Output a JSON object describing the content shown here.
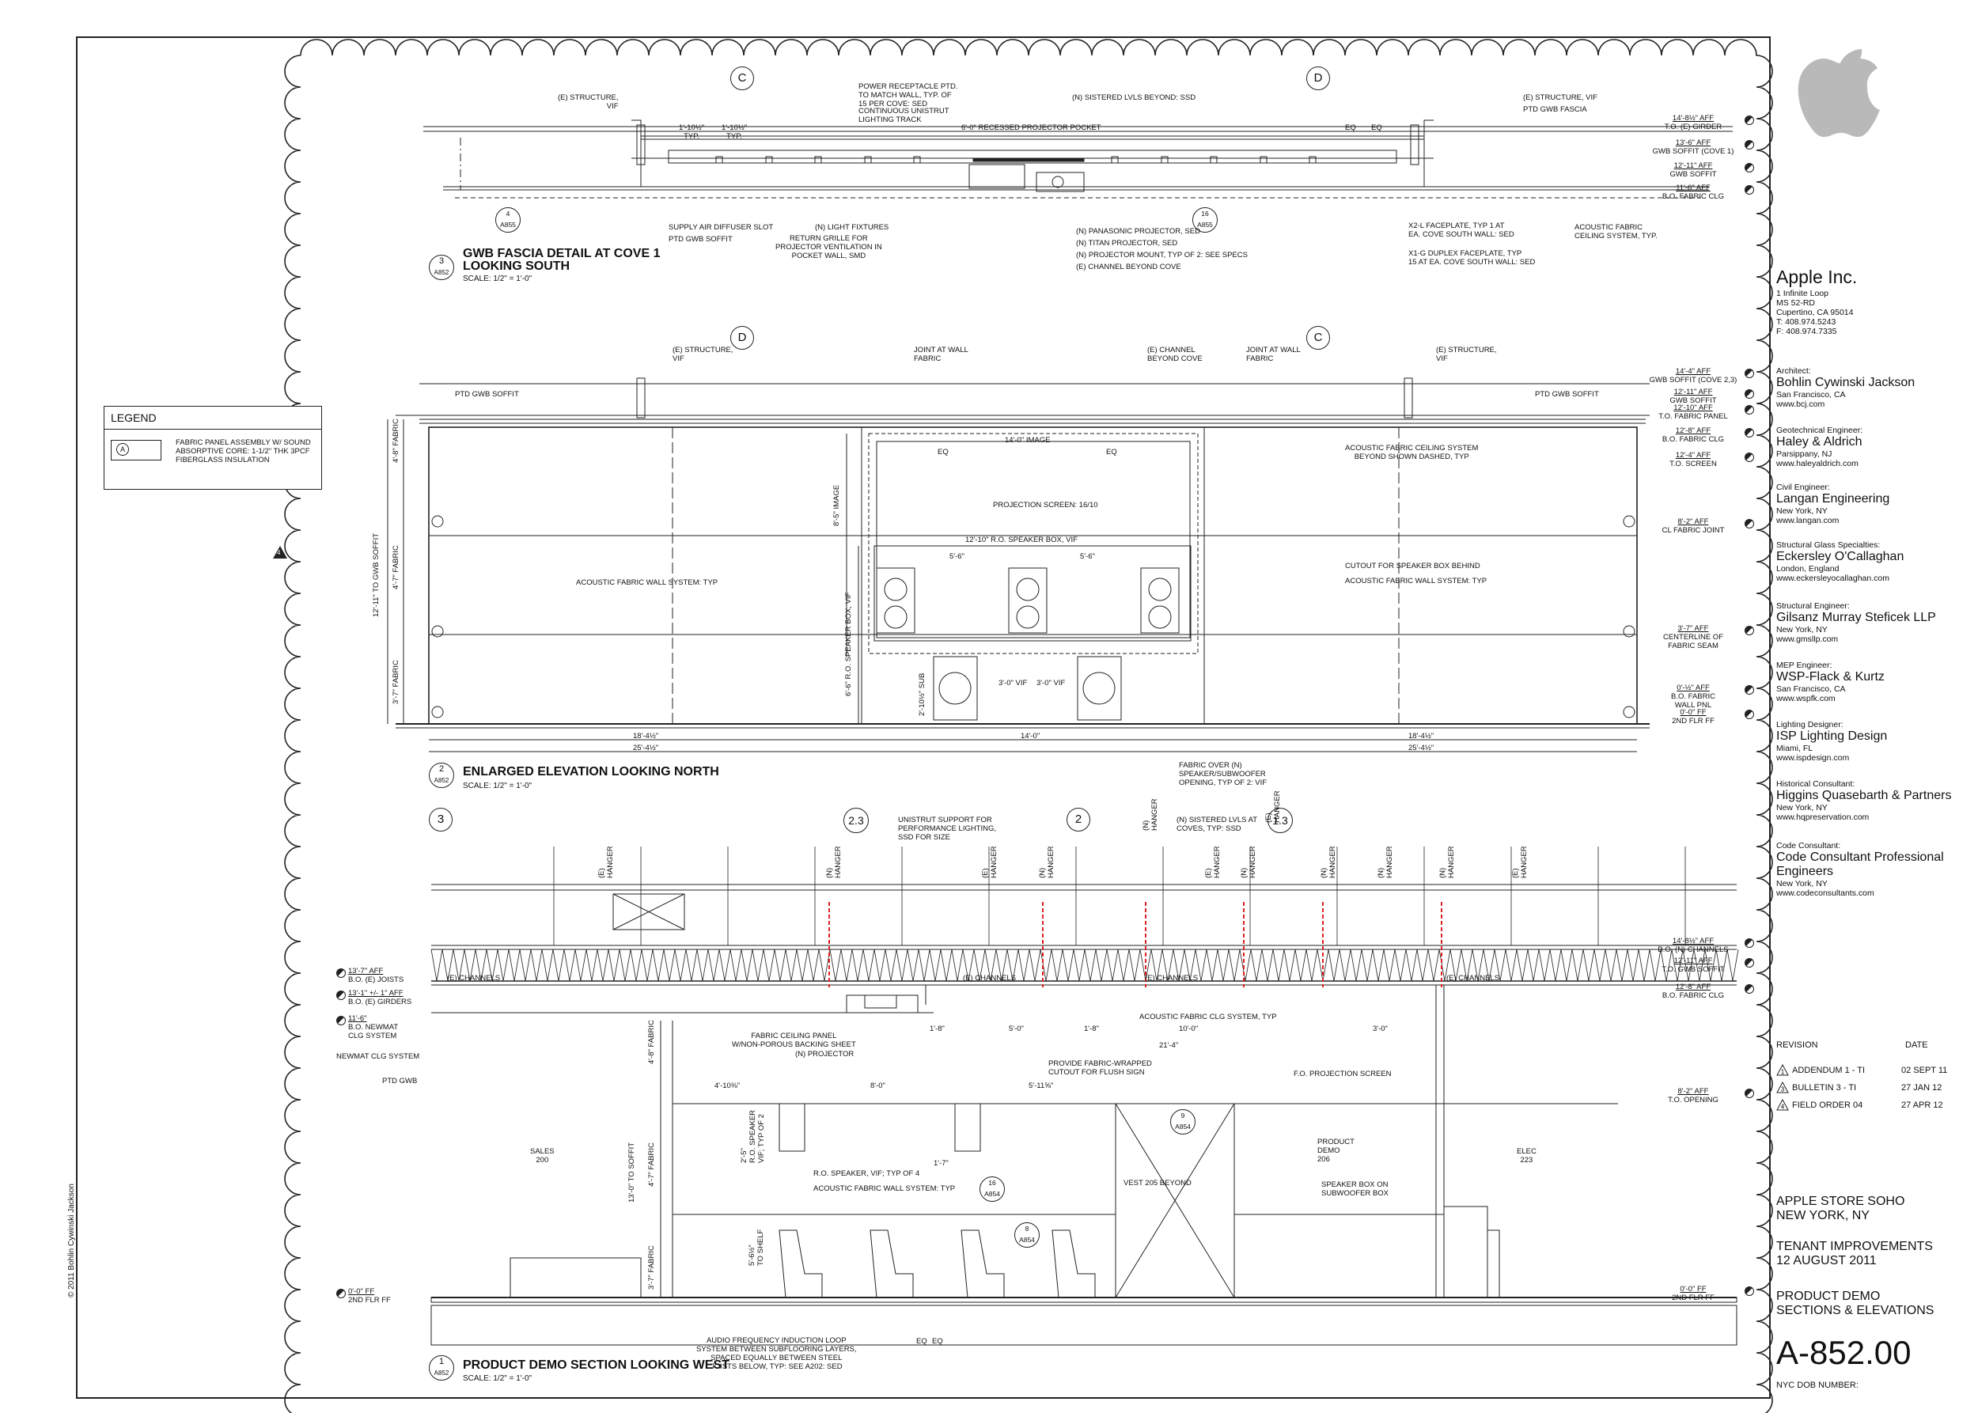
{
  "title_block": {
    "client": {
      "name": "Apple Inc.",
      "address": [
        "1 Infinite Loop",
        "MS 52-RD",
        "Cupertino, CA 95014",
        "T: 408.974.5243",
        "F: 408.974.7335"
      ]
    },
    "consultants": [
      {
        "role": "Architect:",
        "firm": "Bohlin Cywinski Jackson",
        "city": "San Francisco, CA",
        "web": "www.bcj.com"
      },
      {
        "role": "Geotechnical Engineer:",
        "firm": "Haley & Aldrich",
        "city": "Parsippany, NJ",
        "web": "www.haleyaldrich.com"
      },
      {
        "role": "Civil Engineer:",
        "firm": "Langan Engineering",
        "city": "New York, NY",
        "web": "www.langan.com"
      },
      {
        "role": "Structural Glass Specialties:",
        "firm": "Eckersley O'Callaghan",
        "city": "London, England",
        "web": "www.eckersleyocallaghan.com"
      },
      {
        "role": "Structural Engineer:",
        "firm": "Gilsanz Murray Steficek LLP",
        "city": "New York, NY",
        "web": "www.gmsllp.com"
      },
      {
        "role": "MEP Engineer:",
        "firm": "WSP-Flack & Kurtz",
        "city": "San Francisco, CA",
        "web": "www.wspfk.com"
      },
      {
        "role": "Lighting Designer:",
        "firm": "ISP Lighting Design",
        "city": "Miami, FL",
        "web": "www.ispdesign.com"
      },
      {
        "role": "Historical Consultant:",
        "firm": "Higgins Quasebarth & Partners",
        "city": "New York, NY",
        "web": "www.hqpreservation.com"
      },
      {
        "role": "Code Consultant:",
        "firm": "Code Consultant Professional Engineers",
        "city": "New York, NY",
        "web": "www.codeconsultants.com"
      }
    ],
    "revision_header": {
      "revision": "REVISION",
      "date": "DATE"
    },
    "revisions": [
      {
        "num": "1",
        "desc": "ADDENDUM 1 - TI",
        "date": "02 SEPT 11"
      },
      {
        "num": "3",
        "desc": "BULLETIN 3 - TI",
        "date": "27 JAN 12"
      },
      {
        "num": "4",
        "desc": "FIELD ORDER 04",
        "date": "27 APR 12"
      }
    ],
    "project": [
      "APPLE STORE SOHO",
      "NEW YORK, NY"
    ],
    "phase": [
      "TENANT IMPROVEMENTS",
      "12 AUGUST 2011"
    ],
    "sheet_title": [
      "PRODUCT DEMO",
      "SECTIONS & ELEVATIONS"
    ],
    "sheet_number": "A-852.00",
    "dob": "NYC DOB NUMBER:"
  },
  "legend": {
    "title": "LEGEND",
    "symbol": "A",
    "text": "FABRIC PANEL ASSEMBLY W/ SOUND ABSORPTIVE CORE: 1-1/2\" THK 3PCF FIBERGLASS INSULATION"
  },
  "copyright": "© 2011 Bohlin Cywinski Jackson",
  "details": {
    "d3": {
      "num": "3",
      "sheet": "A852",
      "title1": "GWB FASCIA DETAIL AT COVE 1",
      "title2": "LOOKING SOUTH",
      "scale": "SCALE: 1/2\" = 1'-0\""
    },
    "d2": {
      "num": "2",
      "sheet": "A852",
      "title1": "ENLARGED ELEVATION LOOKING NORTH",
      "scale": "SCALE: 1/2\" = 1'-0\""
    },
    "d1": {
      "num": "1",
      "sheet": "A852",
      "title1": "PRODUCT DEMO SECTION LOOKING WEST",
      "scale": "SCALE: 1/2\" = 1'-0\""
    }
  },
  "grid_bubbles": {
    "c_top": "C",
    "d_top": "D",
    "d_mid": "D",
    "c_mid": "C",
    "g3": "3",
    "g23": "2.3",
    "g2": "2",
    "g13": "1.3"
  },
  "section_markers": {
    "m1": {
      "num": "4",
      "sheet": "A855"
    },
    "m2": {
      "num": "16",
      "sheet": "A855"
    },
    "m3": {
      "num": "9",
      "sheet": "A854"
    },
    "m4": {
      "num": "16",
      "sheet": "A854"
    },
    "m5": {
      "num": "8",
      "sheet": "A854"
    }
  },
  "labels_d3": {
    "l1": "(E) STRUCTURE,\nVIF",
    "l2": "POWER RECEPTACLE PTD.\nTO MATCH WALL, TYP. OF\n15 PER COVE: SED",
    "l3": "CONTINUOUS UNISTRUT\nLIGHTING TRACK",
    "l4": "(N) SISTERED LVLS BEYOND: SSD",
    "l5": "(E) STRUCTURE, VIF",
    "l6": "PTD GWB FASCIA",
    "l7": "6'-0\" RECESSED PROJECTOR POCKET",
    "l8": "1'-10½\"\nTYP.",
    "l9": "1'-10½\"\nTYP.",
    "l10": "EQ",
    "l11": "EQ",
    "l12": "SUPPLY AIR DIFFUSER SLOT",
    "l13": "PTD GWB SOFFIT",
    "l14": "(N) LIGHT FIXTURES",
    "l15": "RETURN GRILLE FOR\nPROJECTOR VENTILATION IN\nPOCKET WALL, SMD",
    "l16": "(N) PANASONIC PROJECTOR, SED",
    "l17": "(N) TITAN PROJECTOR, SED",
    "l18": "(N) PROJECTOR MOUNT, TYP OF 2: SEE SPECS",
    "l19": "(E) CHANNEL BEYOND COVE",
    "l20": "X2-L FACEPLATE, TYP 1 AT\nEA. COVE SOUTH WALL: SED",
    "l21": "X1-G DUPLEX FACEPLATE, TYP\n15 AT EA. COVE SOUTH WALL: SED",
    "l22": "ACOUSTIC FABRIC\nCEILING SYSTEM, TYP."
  },
  "labels_d2": {
    "l1": "(E) STRUCTURE,\nVIF",
    "l2": "JOINT AT WALL\nFABRIC",
    "l3": "(E) CHANNEL\nBEYOND COVE",
    "l4": "JOINT AT WALL\nFABRIC",
    "l5": "(E) STRUCTURE,\nVIF",
    "l6": "PTD GWB SOFFIT",
    "l7": "PTD GWB SOFFIT",
    "l8": "14'-0\" IMAGE",
    "l9": "EQ",
    "l10": "EQ",
    "l11": "ACOUSTIC FABRIC CEILING SYSTEM\nBEYOND SHOWN DASHED, TYP",
    "l12": "PROJECTION SCREEN: 16/10",
    "l13": "12'-10\" R.O. SPEAKER BOX, VIF",
    "l14": "5'-6\"",
    "l15": "5'-6\"",
    "l16": "ACOUSTIC FABRIC WALL SYSTEM: TYP",
    "l17": "CUTOUT FOR SPEAKER BOX BEHIND",
    "l18": "ACOUSTIC FABRIC WALL SYSTEM: TYP",
    "l19": "3'-0\" VIF",
    "l20": "3'-0\" VIF",
    "l21": "18'-4½\"",
    "l22": "25'-4½\"",
    "l23": "14'-0\"",
    "l24": "25'-4½\"",
    "l25": "18'-4½\"",
    "l26": "FABRIC OVER (N)\nSPEAKER/SUBWOOFER\nOPENING, TYP OF 2: VIF",
    "l27": "4'-8\" FABRIC",
    "l28": "4'-7\" FABRIC",
    "l29": "3'-7\" FABRIC",
    "l30": "12'-11\" TO GWB SOFFIT",
    "l31": "8'-5\" IMAGE",
    "l32": "6'-6\" R.O. SPEAKER BOX, VIF",
    "l33": "2'-10½\" SUB"
  },
  "labels_d1": {
    "l1": "UNISTRUT SUPPORT FOR\nPERFORMANCE LIGHTING,\nSSD FOR SIZE",
    "l2": "(N) SISTERED LVLS AT\nCOVES, TYP: SSD",
    "l3": "(E) CHANNELS",
    "l4": "(E) CHANNELS",
    "l5": "(E) CHANNELS",
    "l6": "(E) CHANNELS",
    "l7": "ACOUSTIC FABRIC CLG SYSTEM, TYP",
    "l8": "FABRIC CEILING PANEL\nW/NON-POROUS BACKING SHEET",
    "l9": "(N) PROJECTOR",
    "l10": "1'-8\"",
    "l11": "5'-0\"",
    "l12": "1'-8\"",
    "l13": "10'-0\"",
    "l14": "3'-0\"",
    "l15": "21'-4\"",
    "l16": "PROVIDE FABRIC-WRAPPED\nCUTOUT FOR FLUSH SIGN",
    "l17": "F.O. PROJECTION SCREEN",
    "l18": "NEWMAT CLG SYSTEM",
    "l19": "PTD GWB",
    "l20": "4'-10⅜\"",
    "l21": "8'-0\"",
    "l22": "5'-11⅝\"",
    "l23": "SALES\n200",
    "l24": "VEST 205 BEYOND",
    "l25": "PRODUCT\nDEMO\n206",
    "l26": "ELEC\n223",
    "l27": "R.O. SPEAKER, VIF; TYP OF 4",
    "l28": "1'-7\"",
    "l29": "ACOUSTIC FABRIC WALL SYSTEM: TYP",
    "l30": "SPEAKER BOX ON\nSUBWOOFER BOX",
    "l31": "AUDIO FREQUENCY INDUCTION LOOP\nSYSTEM BETWEEN SUBFLOORING LAYERS,\nSPACED EQUALLY BETWEEN STEEL\nJOISTS BELOW, TYP: SEE A202: SED",
    "l32": "EQ",
    "l33": "EQ",
    "l34": "4'-8\" FABRIC",
    "l35": "4'-7\" FABRIC",
    "l36": "3'-7\" FABRIC",
    "l37": "13'-0\" TO SOFFIT",
    "l38": "5'-6½\"\nTO SHELF",
    "l39": "2'-5\"\nR.O. SPEAKER\nVIF; TYP OF 2",
    "l40": "(N)\nHANGER",
    "l41": "(E)\nHANGER",
    "l42": "(N)\nHANGER",
    "l43": "(E)\nHANGER",
    "l44": "(N)\nHANGER",
    "l45": "(N)\nHANGER",
    "l46": "(E)\nHANGER",
    "l47": "(N)\nHANGER",
    "l48": "(N)\nHANGER",
    "l49": "(E)\nHANGER",
    "l50": "(N)\nHANGER",
    "l51": "(E)\nHANGER"
  },
  "levels_right": [
    {
      "a": "14'-8½\" AFF",
      "b": "T.O. (E) GIRDER"
    },
    {
      "a": "13'-6\" AFF",
      "b": "GWB SOFFIT (COVE 1)"
    },
    {
      "a": "12'-11\" AFF",
      "b": "GWB SOFFIT"
    },
    {
      "a": "11'-6\" AFF",
      "b": "B.O. FABRIC CLG"
    },
    {
      "a": "14'-4\" AFF",
      "b": "GWB SOFFIT (COVE 2,3)"
    },
    {
      "a": "12'-11\" AFF",
      "b": "GWB SOFFIT"
    },
    {
      "a": "12'-10\" AFF",
      "b": "T.O. FABRIC PANEL"
    },
    {
      "a": "12'-8\" AFF",
      "b": "B.O. FABRIC CLG"
    },
    {
      "a": "12'-4\" AFF",
      "b": "T.O. SCREEN"
    },
    {
      "a": "8'-2\" AFF",
      "b": "CL FABRIC JOINT"
    },
    {
      "a": "3'-7\" AFF",
      "b": "CENTERLINE OF\nFABRIC SEAM"
    },
    {
      "a": "0'-½\" AFF",
      "b": "B.O. FABRIC\nWALL PNL"
    },
    {
      "a": "0'-0\" FF",
      "b": "2ND FLR FF"
    },
    {
      "a": "14'-8½\" AFF",
      "b": "B.O. (N) CHANNELS"
    },
    {
      "a": "12'-11\" AFF",
      "b": "T.O. GWB SOFFIT"
    },
    {
      "a": "12'-8\" AFF",
      "b": "B.O. FABRIC CLG"
    },
    {
      "a": "8'-2\" AFF",
      "b": "T.O. OPENING"
    },
    {
      "a": "0'-0\" FF",
      "b": "2ND FLR FF"
    }
  ],
  "levels_left": [
    {
      "a": "13'-7\" AFF",
      "b": "B.O. (E) JOISTS"
    },
    {
      "a": "13'-1\" +/- 1\" AFF",
      "b": "B.O. (E) GIRDERS"
    },
    {
      "a": "11'-6\"",
      "b": "B.O. NEWMAT\nCLG SYSTEM"
    },
    {
      "a": "0'-0\" FF",
      "b": "2ND FLR FF"
    }
  ],
  "misc": {
    "cl": "℄",
    "delta": "4"
  }
}
